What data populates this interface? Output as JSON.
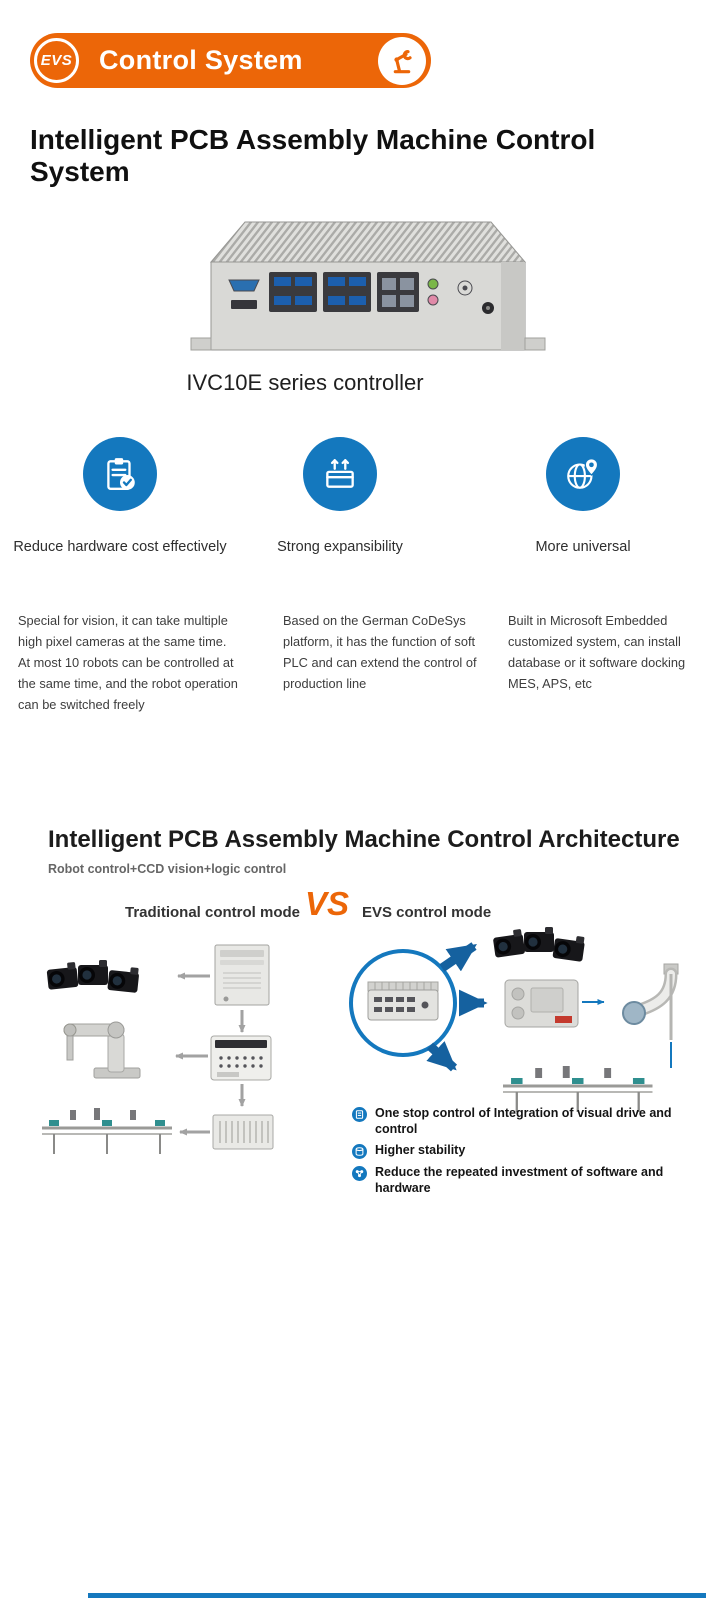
{
  "banner": {
    "logo_text": "EVS",
    "logo_icon": "evs-logo",
    "title": "Control System",
    "robot_icon": "robot-arm-icon",
    "background_color": "#EC6608"
  },
  "page_title": "Intelligent PCB Assembly Machine Control System",
  "product": {
    "caption": "IVC10E series controller"
  },
  "features": [
    {
      "icon": "clipboard-check-icon",
      "label": "Reduce hardware cost effectively",
      "description": "Special for vision, it can take multiple high pixel cameras at the same time. At most 10 robots can be controlled at the same time, and the robot operation can be switched freely"
    },
    {
      "icon": "expansion-box-icon",
      "label": "Strong expansibility",
      "description": "Based on the German CoDeSys platform, it has the function of soft PLC and can extend the control of production line"
    },
    {
      "icon": "globe-pin-icon",
      "label": "More universal",
      "description": "Built in Microsoft Embedded customized system, can install database or it software docking MES, APS, etc"
    }
  ],
  "architecture": {
    "title": "Intelligent PCB Assembly Machine Control Architecture",
    "subtitle": "Robot control+CCD vision+logic control",
    "comparison": {
      "left_label": "Traditional control mode",
      "vs": "VS",
      "right_label": "EVS control mode"
    },
    "benefits": [
      {
        "icon": "document-icon",
        "text": "One stop control of Integration of visual drive and control"
      },
      {
        "icon": "database-icon",
        "text": "Higher stability"
      },
      {
        "icon": "network-icon",
        "text": "Reduce the repeated investment of software and hardware"
      }
    ]
  },
  "colors": {
    "orange": "#EC6608",
    "icon_blue": "#1478BE",
    "arrow_blue": "#15619F",
    "arrow_gray": "#A2A2A2"
  }
}
